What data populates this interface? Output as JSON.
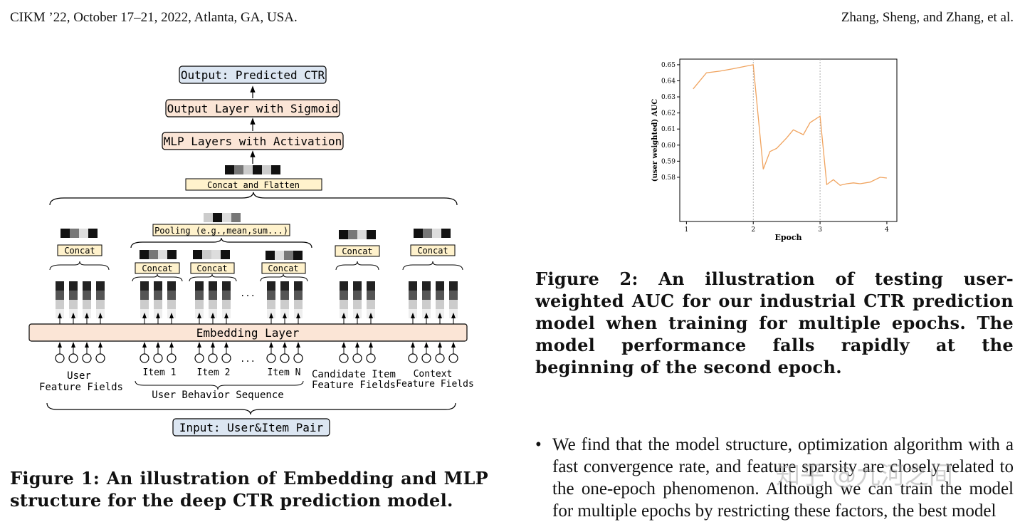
{
  "header": {
    "venue": "CIKM ’22, October 17–21, 2022, Atlanta, GA, USA.",
    "authors": "Zhang, Sheng, and Zhang, et al."
  },
  "figure1": {
    "output_label": "Output: Predicted CTR",
    "output_layer_label": "Output Layer with Sigmoid",
    "mlp_label": "MLP Layers with Activation",
    "concat_flatten_label": "Concat and Flatten",
    "pooling_label": "Pooling (e.g.,mean,sum...)",
    "concat_label": "Concat",
    "embedding_label": "Embedding Layer",
    "ellipsis": "...",
    "user_fields_line1": "User",
    "user_fields_line2": "Feature Fields",
    "item1": "Item 1",
    "item2": "Item 2",
    "itemN": "Item N",
    "candidate_line1": "Candidate Item",
    "candidate_line2": "Feature Fields",
    "context_line1": "Context",
    "context_line2": "Feature Fields",
    "behavior_label": "User Behavior Sequence",
    "input_label": "Input: User&Item Pair",
    "colors": {
      "blue_box": "#dce6f2",
      "peach_box": "#fbe5d6",
      "yellow_box": "#fff2cc"
    }
  },
  "chart_data": {
    "type": "line",
    "xlabel": "Epoch",
    "ylabel": "(user weighted) AUC",
    "xlim": [
      0.9,
      4.15
    ],
    "ylim": [
      0.5525,
      0.6535
    ],
    "xticks": [
      "1",
      "2",
      "3",
      "4"
    ],
    "yticks": [
      "0.58",
      "0.59",
      "0.60",
      "0.61",
      "0.62",
      "0.63",
      "0.64",
      "0.65"
    ],
    "grid": "vertical dotted at epochs 2 and 3",
    "line_color": "#f0a35e",
    "x": [
      1.1,
      1.3,
      1.5,
      1.7,
      2.0,
      2.15,
      2.25,
      2.35,
      2.5,
      2.6,
      2.75,
      2.85,
      3.0,
      3.1,
      3.2,
      3.3,
      3.4,
      3.5,
      3.6,
      3.75,
      3.9,
      4.0
    ],
    "values": [
      0.635,
      0.645,
      0.646,
      0.6475,
      0.65,
      0.585,
      0.596,
      0.598,
      0.6045,
      0.6095,
      0.6065,
      0.614,
      0.618,
      0.5755,
      0.5785,
      0.575,
      0.576,
      0.5765,
      0.576,
      0.577,
      0.58,
      0.5795
    ]
  },
  "captions": {
    "fig1": "Figure 1: An illustration of Embedding and MLP structure for the deep CTR prediction model.",
    "fig2": "Figure 2: An illustration of testing user-weighted AUC for our industrial CTR prediction model when training for multiple epochs. The model performance falls rapidly at the beginning of the second epoch."
  },
  "body": {
    "bullet": "•",
    "paragraph": "We find that the model structure, optimization algorithm with a fast convergence rate, and feature sparsity are closely related to the one-epoch phenomenon. Although we can train the model for multiple epochs by restricting these factors, the best model"
  },
  "watermark": "知乎 @九河之间"
}
